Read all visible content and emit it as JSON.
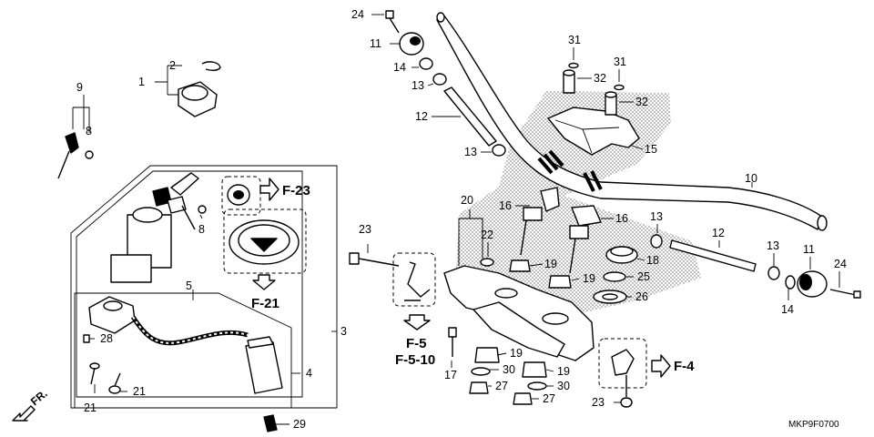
{
  "diagram": {
    "code": "MKP9F0700",
    "front_label": "FR.",
    "refs": {
      "f23": "F-23",
      "f21": "F-21",
      "f5": "F-5",
      "f510": "F-5-10",
      "f4": "F-4"
    },
    "callouts": {
      "c1": "1",
      "c2": "2",
      "c3": "3",
      "c4": "4",
      "c5": "5",
      "c8a": "8",
      "c8b": "8",
      "c9": "9",
      "c10": "10",
      "c11a": "11",
      "c11b": "11",
      "c12a": "12",
      "c12b": "12",
      "c13a": "13",
      "c13b": "13",
      "c13c": "13",
      "c13d": "13",
      "c14a": "14",
      "c14b": "14",
      "c15": "15",
      "c16a": "16",
      "c16b": "16",
      "c17": "17",
      "c18": "18",
      "c19a": "19",
      "c19b": "19",
      "c19c": "19",
      "c19d": "19",
      "c20": "20",
      "c21a": "21",
      "c21b": "21",
      "c22": "22",
      "c23a": "23",
      "c23b": "23",
      "c24a": "24",
      "c24b": "24",
      "c25": "25",
      "c26": "26",
      "c27a": "27",
      "c27b": "27",
      "c28": "28",
      "c29": "29",
      "c30a": "30",
      "c30b": "30",
      "c31a": "31",
      "c31b": "31",
      "c32a": "32",
      "c32b": "32"
    }
  }
}
